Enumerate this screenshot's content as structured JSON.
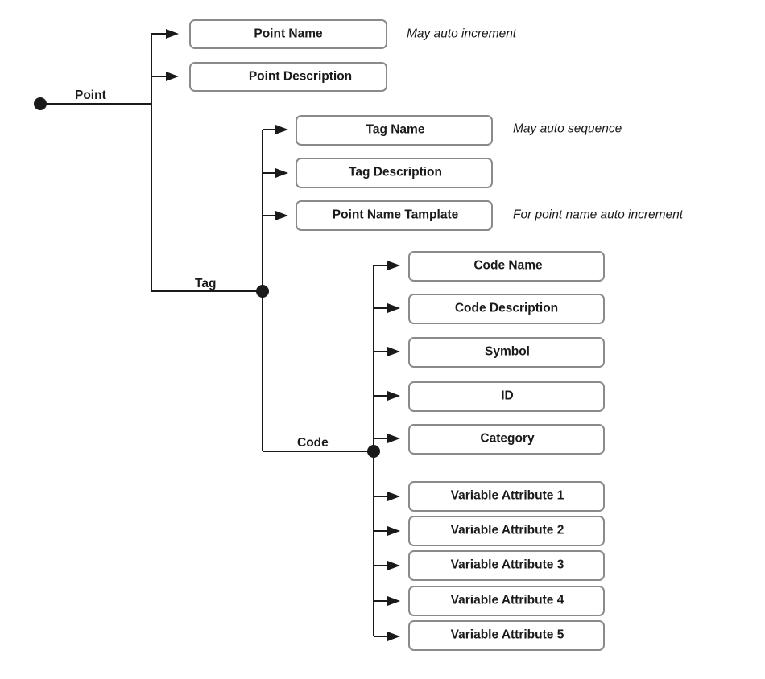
{
  "branches": {
    "point": "Point",
    "tag": "Tag",
    "code": "Code"
  },
  "point_fields": [
    "Point Name",
    "Point Description"
  ],
  "tag_fields": [
    "Tag Name",
    "Tag Description",
    "Point Name Tamplate"
  ],
  "code_fields": [
    "Code Name",
    "Code Description",
    "Symbol",
    "ID",
    "Category",
    "Variable Attribute 1",
    "Variable Attribute 2",
    "Variable Attribute 3",
    "Variable Attribute 4",
    "Variable Attribute 5"
  ],
  "notes": {
    "point_name": "May auto increment",
    "tag_name": "May auto sequence",
    "point_name_template": "For point name auto increment"
  }
}
